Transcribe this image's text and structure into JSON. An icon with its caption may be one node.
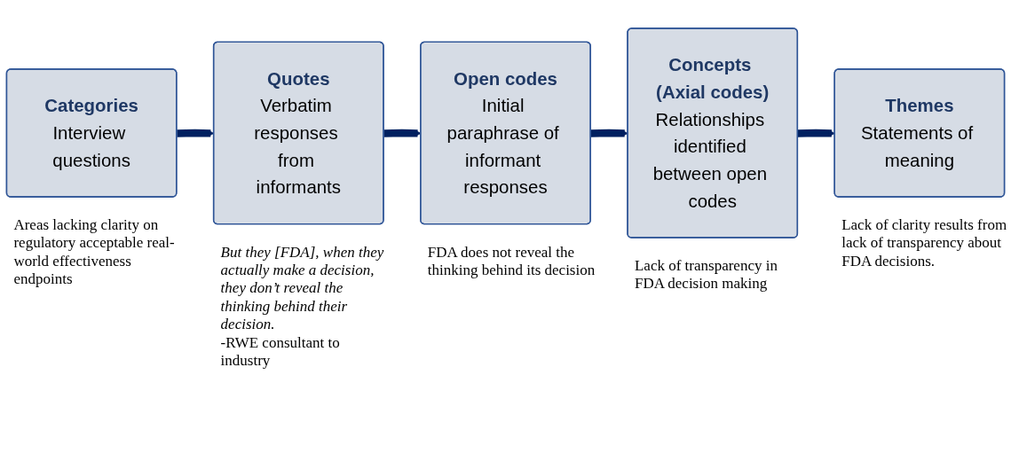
{
  "diagram": {
    "nodes": [
      {
        "text": [
          "Categories",
          "Interview questions"
        ],
        "beside": [
          "Areas lacking clarity on regulatory acceptable real-world effectiveness endpoints"
        ]
      },
      {
        "text": [
          "Quotes",
          "Verbatim responses from informants"
        ],
        "beside": [
          "But they [FDA], when they actually make a decision, they don’t reveal the thinking behind their decision.",
          "-RWE consultant to industry"
        ]
      },
      {
        "text": [
          "Open codes",
          "Initial paraphrase of informant responses"
        ],
        "beside": [
          "FDA does not reveal the thinking behind its decision"
        ]
      },
      {
        "text": [
          "Concepts (Axial codes)",
          "Relationships identified between open codes"
        ],
        "beside": [
          "Lack of transparency in FDA decision making"
        ]
      },
      {
        "text": [
          "Themes",
          "Statements of meaning"
        ],
        "beside": [
          "Lack of clarity results from lack of transparency about FDA decisions."
        ]
      }
    ],
    "edges": [
      {
        "from": 0,
        "to": 1,
        "arrow": "to"
      },
      {
        "from": 1,
        "to": 2,
        "arrow": "to"
      },
      {
        "from": 2,
        "to": 3,
        "arrow": "to"
      },
      {
        "from": 3,
        "to": 4,
        "arrow": "to"
      }
    ]
  }
}
